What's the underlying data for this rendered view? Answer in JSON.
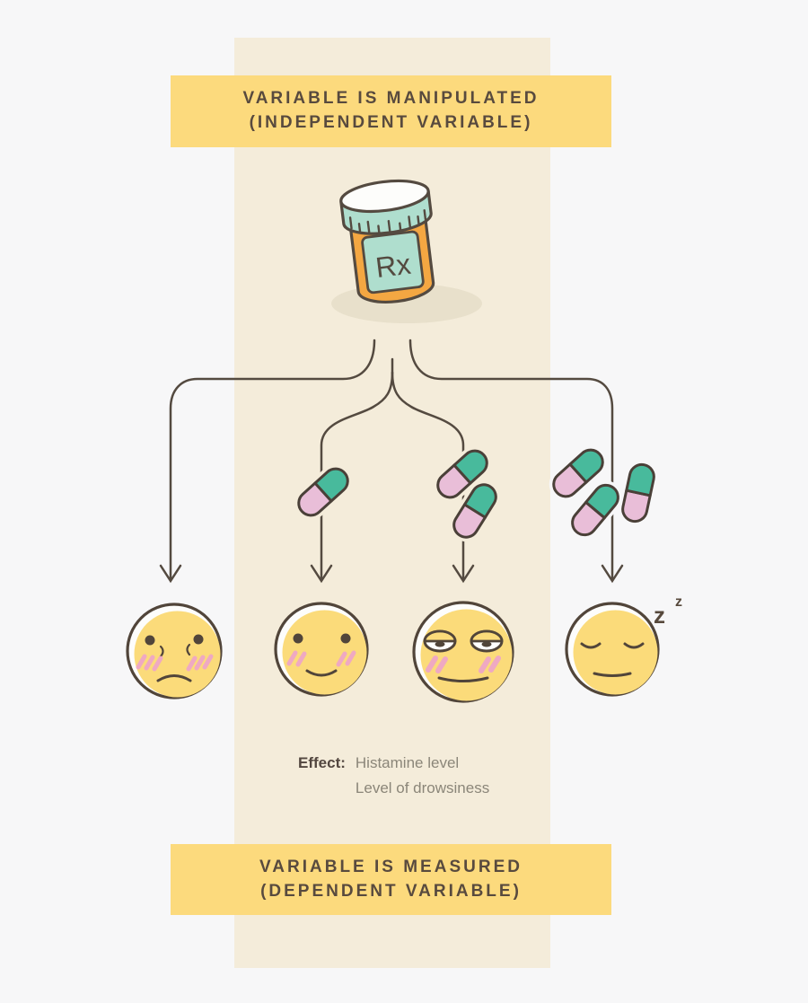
{
  "banners": {
    "top": {
      "line1": "VARIABLE IS MANIPULATED",
      "line2": "(INDEPENDENT VARIABLE)"
    },
    "bottom": {
      "line1": "VARIABLE IS MEASURED",
      "line2": "(DEPENDENT VARIABLE)"
    }
  },
  "bottle": {
    "label": "Rx"
  },
  "effect": {
    "label": "Effect:",
    "value1": "Histamine level",
    "value2": "Level of drowsiness"
  },
  "sleep": {
    "z_large": "z",
    "z_small": "z"
  },
  "groups": [
    {
      "name": "group-1",
      "pill_count": 0,
      "face": "annoyed"
    },
    {
      "name": "group-2",
      "pill_count": 1,
      "face": "content"
    },
    {
      "name": "group-3",
      "pill_count": 2,
      "face": "drowsy"
    },
    {
      "name": "group-4",
      "pill_count": 3,
      "face": "asleep"
    }
  ],
  "colors": {
    "page_background": "#F7F7F8",
    "column_background": "#F4ECDA",
    "banner_background": "#FCDA7D",
    "banner_text": "#584A3E",
    "outline": "#544A40",
    "face_fill": "#FBDB7A",
    "blush": "#EFA9C2",
    "pill_green": "#48BA9C",
    "pill_pink": "#E9BED8",
    "bottle_orange": "#F4A742",
    "bottle_mint": "#AFDECE",
    "shadow": "#E8E0CB",
    "effect_value_text": "#8B8679"
  }
}
